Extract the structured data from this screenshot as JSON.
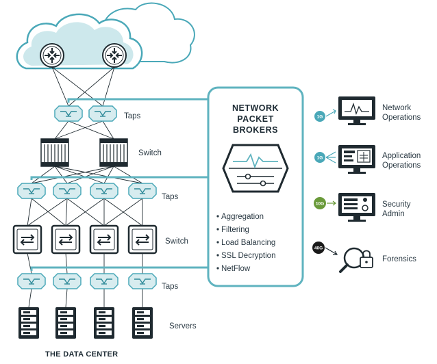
{
  "labels": {
    "taps": "Taps",
    "switch": "Switch",
    "servers": "Servers",
    "footer": "THE DATA CENTER"
  },
  "broker": {
    "title_lines": [
      "NETWORK",
      "PACKET",
      "BROKERS"
    ],
    "features": [
      "Aggregation",
      "Filtering",
      "Load Balancing",
      "SSL Decryption",
      "NetFlow"
    ]
  },
  "tools": [
    {
      "name_lines": [
        "Network",
        "Operations"
      ],
      "speed": "1G",
      "speed_color": "#4aa8b8",
      "icon": "monitor-waveform-icon"
    },
    {
      "name_lines": [
        "Application",
        "Operations"
      ],
      "speed": "1G",
      "speed_color": "#4aa8b8",
      "icon": "monitor-dashboard-icon"
    },
    {
      "name_lines": [
        "Security",
        "Admin"
      ],
      "speed": "10G",
      "speed_color": "#6a9a3a",
      "icon": "monitor-security-icon"
    },
    {
      "name_lines": [
        "Forensics"
      ],
      "speed": "40G",
      "speed_color": "#1a1a1a",
      "icon": "magnifier-lock-icon"
    }
  ],
  "colors": {
    "teal": "#5fb3bf",
    "teal_dark": "#2f8a99",
    "dark": "#1f2a30",
    "tap_fill": "#d7ecef"
  }
}
